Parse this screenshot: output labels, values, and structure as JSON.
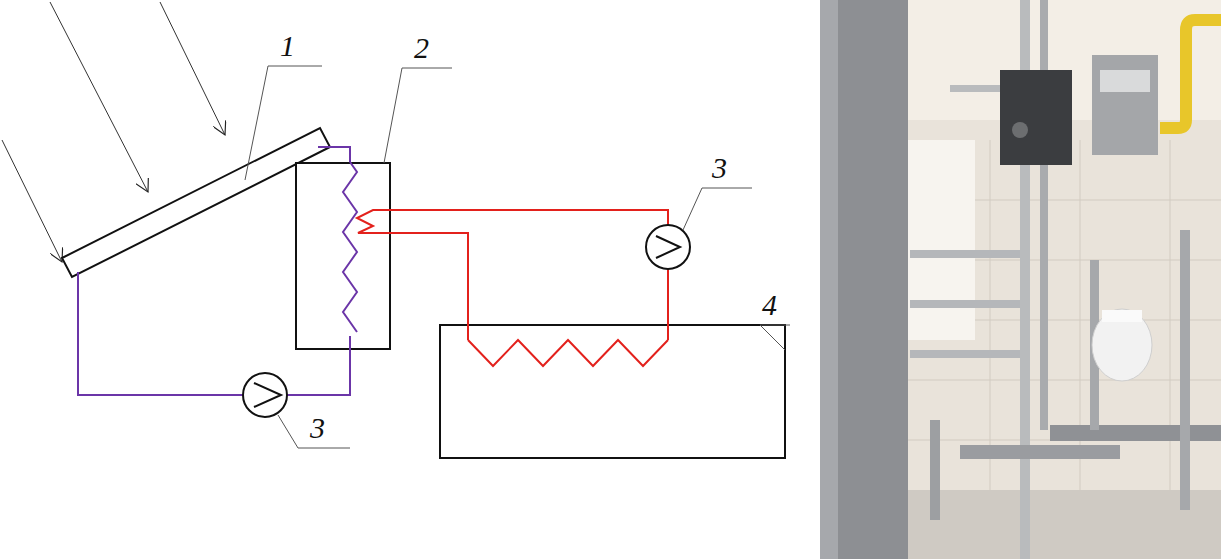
{
  "diagram": {
    "labels": [
      "1",
      "2",
      "3",
      "3",
      "4"
    ]
  }
}
